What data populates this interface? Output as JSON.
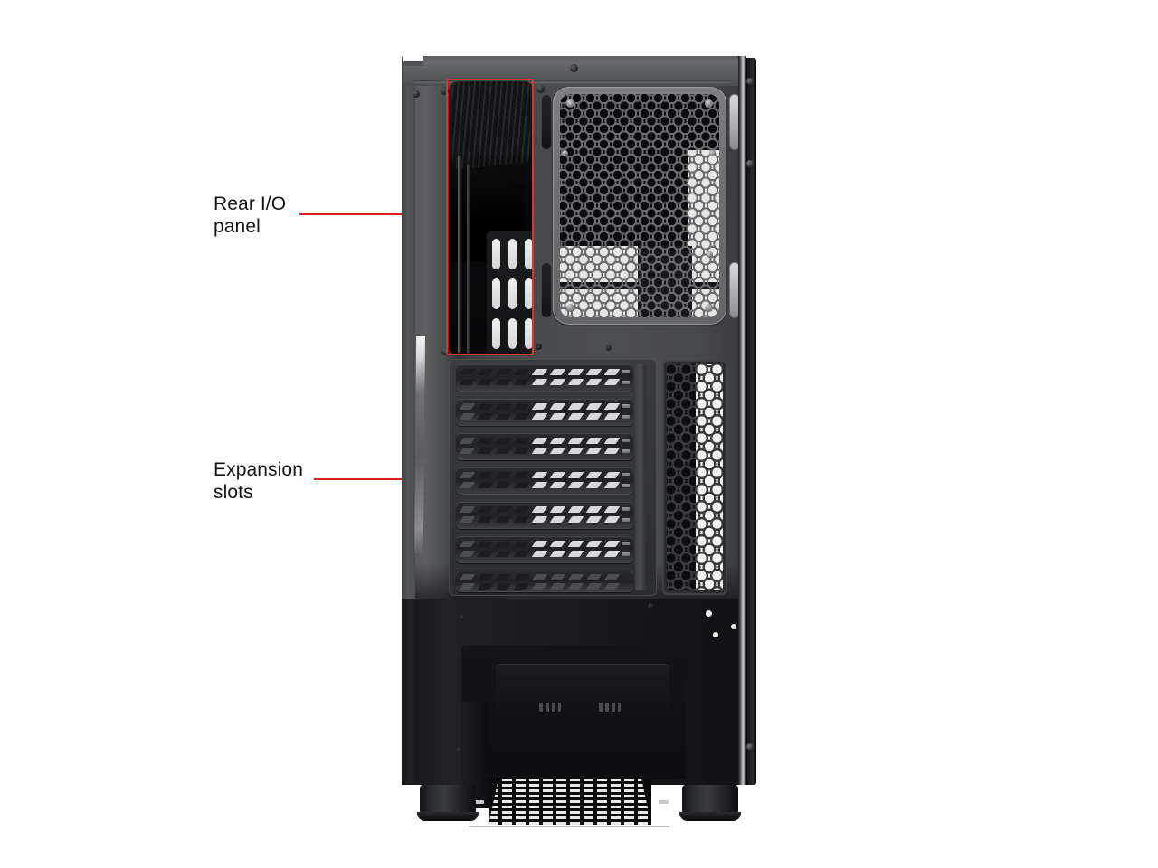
{
  "figure": {
    "title": "Rear view of ATX mid-tower PC case",
    "background_color": "#ffffff",
    "highlight_color": "#e0322d",
    "leader_color": "#e0201b"
  },
  "callouts": [
    {
      "id": "rear-io",
      "label": "Rear I/O\npanel",
      "label_line1": "Rear I/O",
      "label_line2": "panel",
      "marker_type": "rectangle",
      "leader_from": [
        331,
        236
      ],
      "leader_to": [
        494,
        236
      ]
    },
    {
      "id": "expansion-slots",
      "label": "Expansion\nslots",
      "label_line1": "Expansion",
      "label_line2": "slots",
      "marker_type": "arrow-line-with-dots",
      "leader_from": [
        347,
        529
      ],
      "leader_to": [
        617,
        529
      ],
      "slot_count": 7
    }
  ],
  "case_parts": {
    "rear_io_panel": "rear-io-opening",
    "fan_grille": "honeycomb-exhaust-fan-grille",
    "expansion_slots": "expansion-slot-covers",
    "side_vent": "vertical-honeycomb-vent",
    "psu_bay": "bottom-power-supply-bay",
    "feet": "case-feet",
    "side_panel_edge": "right-side-panel-edge"
  },
  "expansion_slot_dot_positions": [
    415,
    453,
    491,
    529,
    567,
    605,
    644
  ]
}
